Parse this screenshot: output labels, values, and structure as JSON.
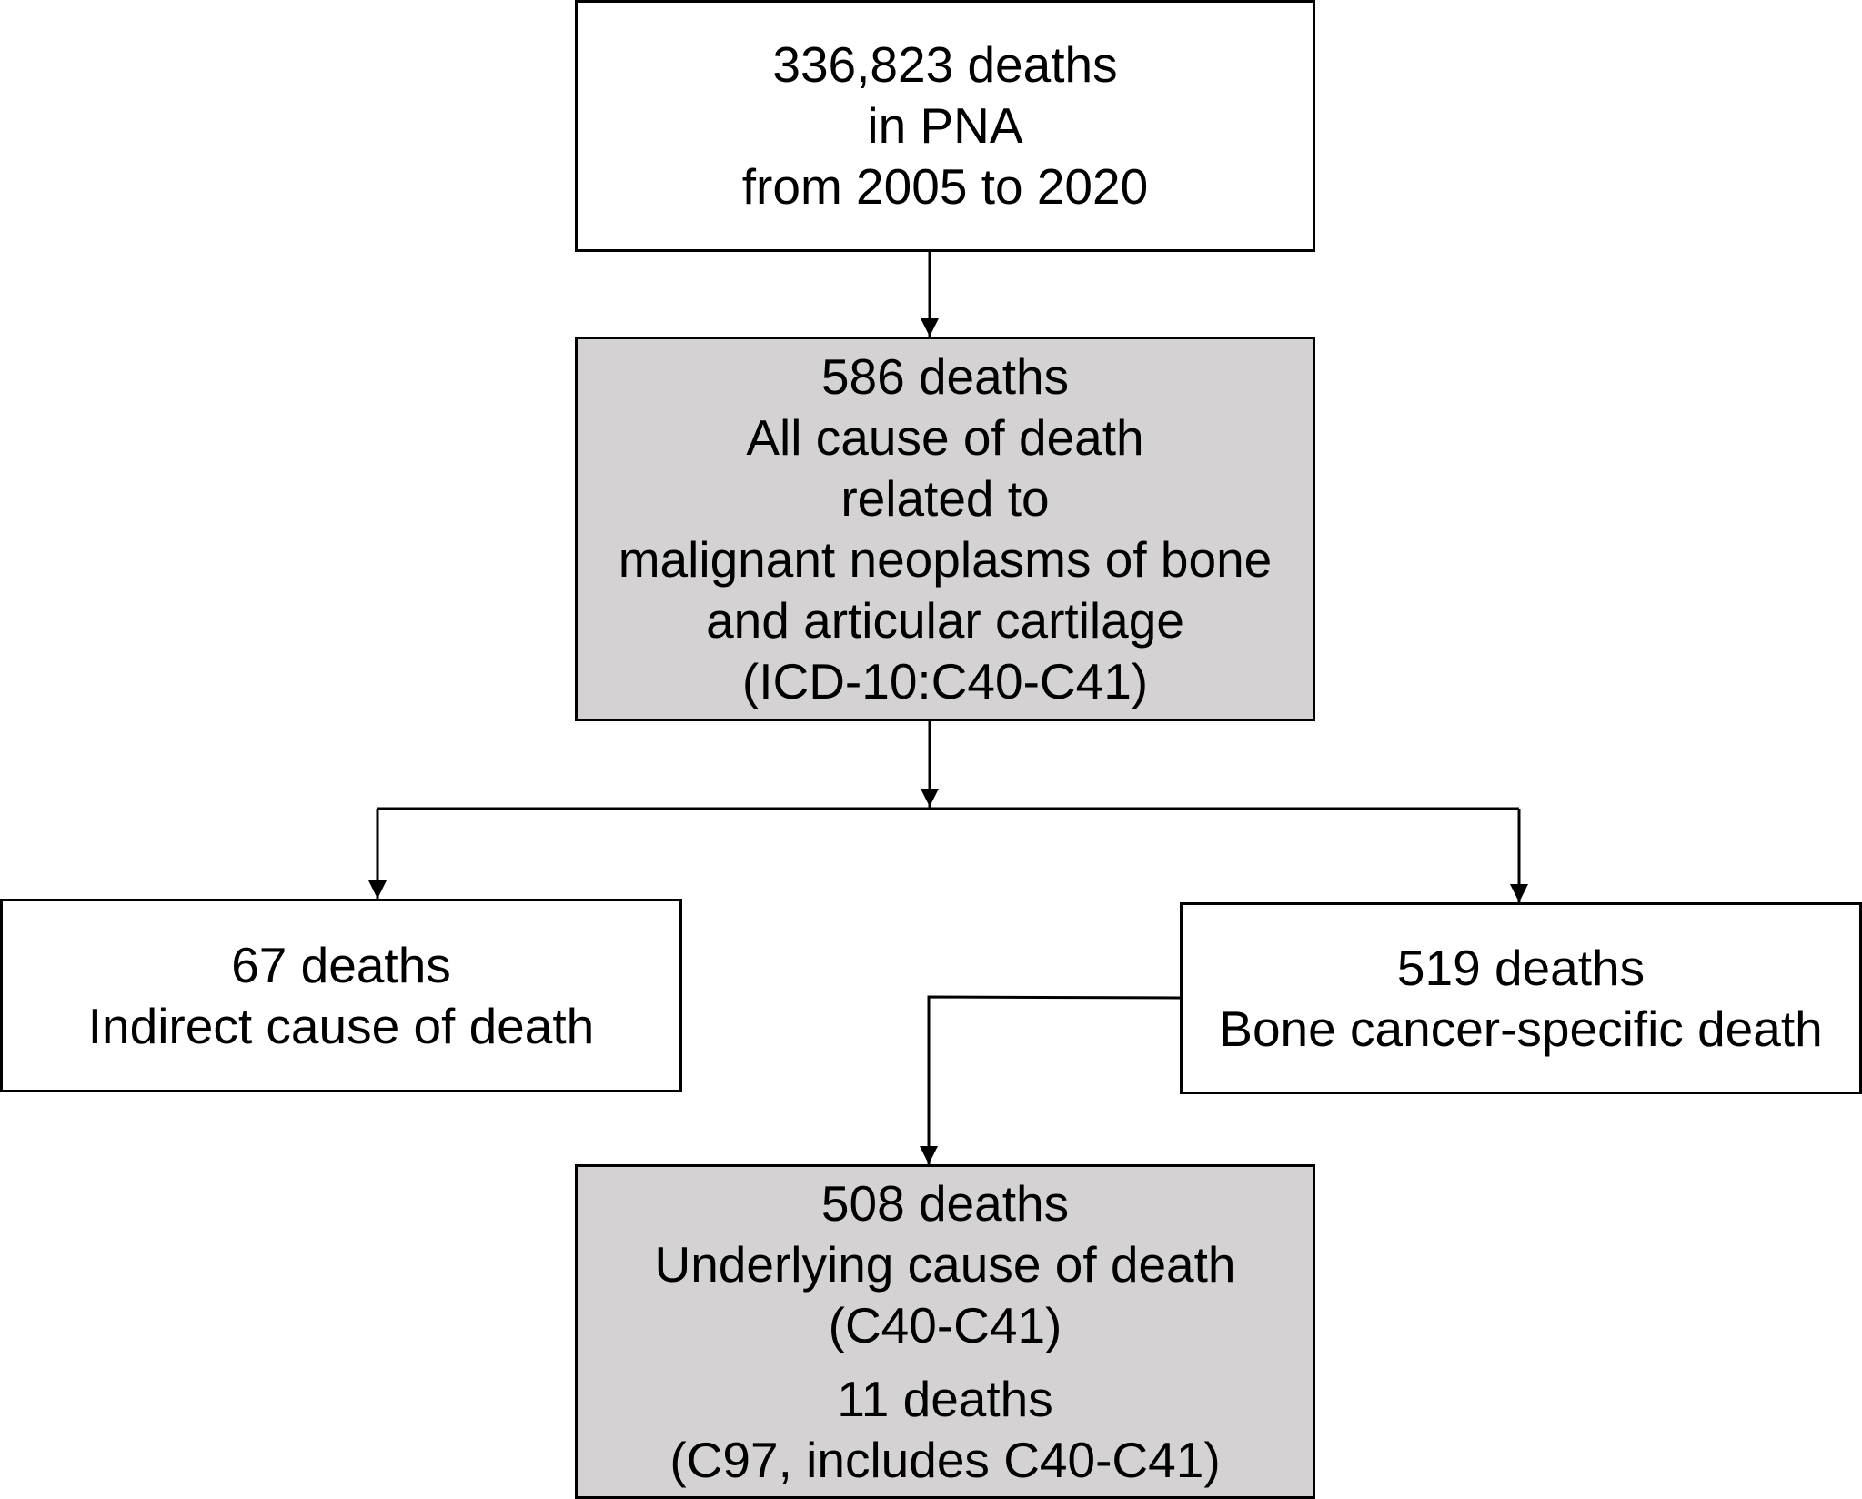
{
  "diagram": {
    "boxes": {
      "total": {
        "lines": [
          "336,823 deaths",
          "in PNA",
          "from 2005 to 2020"
        ],
        "fill": "#ffffff"
      },
      "all_cause": {
        "lines": [
          "586 deaths",
          "All cause of death",
          "related to",
          "malignant neoplasms of bone",
          "and articular cartilage",
          "(ICD-10:C40-C41)"
        ],
        "fill": "#d4d2d3"
      },
      "indirect": {
        "lines": [
          "67 deaths",
          "Indirect cause of death"
        ],
        "fill": "#ffffff"
      },
      "specific": {
        "lines": [
          "519 deaths",
          "Bone cancer-specific death"
        ],
        "fill": "#ffffff"
      },
      "underlying": {
        "group1": [
          "508 deaths",
          "Underlying cause of death",
          "(C40-C41)"
        ],
        "group2": [
          "11 deaths",
          "(C97, includes C40-C41)"
        ],
        "fill": "#d4d2d3"
      }
    },
    "edges": [
      {
        "from": "total",
        "to": "all_cause"
      },
      {
        "from": "all_cause",
        "to": "indirect"
      },
      {
        "from": "all_cause",
        "to": "specific"
      },
      {
        "from": "specific",
        "to": "underlying"
      }
    ]
  }
}
